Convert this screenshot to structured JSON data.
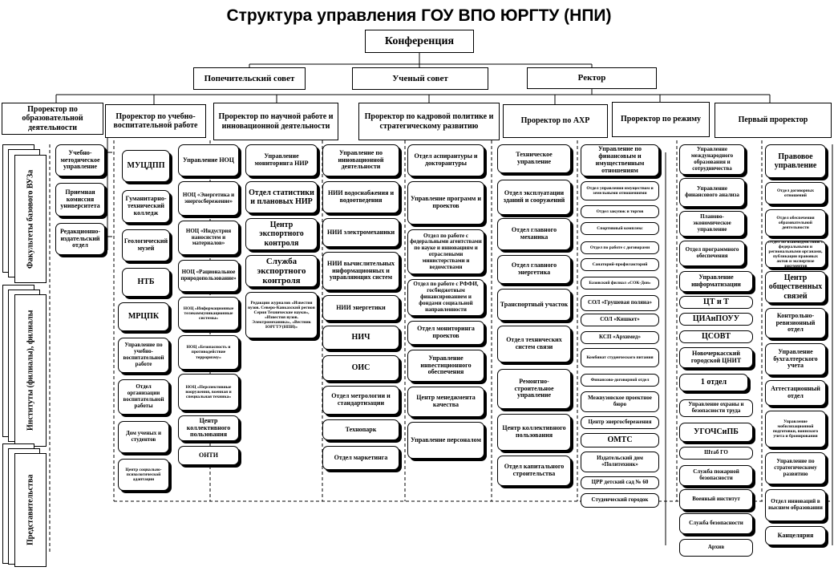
{
  "title": "Структура управления ГОУ ВПО ЮРГТУ (НПИ)",
  "top": {
    "conference": "Конференция",
    "board": "Попечительский совет",
    "council": "Ученый совет",
    "rector": "Ректор"
  },
  "prorectors": [
    "Проректор по образовательной деятельности",
    "Проректор по учебно-воспитательной работе",
    "Проректор по научной работе и инновационной деятельности",
    "Проректор по кадровой политике и стратегическому развитию",
    "Проректор по АХР",
    "Проректор по режиму",
    "Первый проректор"
  ],
  "side_groups": [
    "Факультеты базового ВУЗа",
    "Институты (филиалы), филиалы",
    "Представительства"
  ],
  "col1": [
    "Учебно-методическое управление",
    "Приемная комиссия университета",
    "Редакционно-издательский отдел"
  ],
  "col2": [
    "МУЦДПП",
    "Гуманитарно-технический колледж",
    "Геологический музей",
    "НТБ",
    "МРЦПК",
    "Управление по учебно-воспитательной работе",
    "Отдел организации воспитательной работы",
    "Дом ученых и студентов",
    "Центр социально-психологической адаптации"
  ],
  "col3a": [
    "Управление НОЦ",
    "НОЦ «Энергетика и энергосбережение»",
    "НОЦ «Индустрия наносистем и материалов»",
    "НОЦ «Рациональное природопользование»",
    "НОЦ «Информационные телекоммуникационные системы»",
    "НОЦ «Безопасность и противодействие терроризму»",
    "НОЦ «Перспективные вооружения, военная и специальная техника»",
    "Центр коллективного пользования",
    "ОНТИ"
  ],
  "col3b": [
    "Управление мониторинга НИР",
    "Отдел статистики и плановых НИР",
    "Центр экспортного контроля",
    "Служба экспортного контроля",
    "Редакции журналов «Известия вузов. Северо-Кавказский регион Серия Технические науки», «Известия вузов. Электромеханика», «Вестник ЮРГТУ(НПИ)»"
  ],
  "col4a": [
    "Управление по инновационной деятельности",
    "НИИ водоснабжения и водоотведения",
    "НИИ электромеханики",
    "НИИ вычислительных информационных и управляющих систем",
    "НИИ энергетики",
    "НИЧ",
    "ОИС",
    "Отдел метрологии и стандартизации",
    "Технопарк",
    "Отдел маркетинга"
  ],
  "col4b": [
    "Отдел аспирантуры и докторантуры",
    "Управление программ и проектов",
    "Отдел по работе с федеральными агентствами по науке и инновациям и отраслевыми министерствами и ведомствами",
    "Отдел по работе с РФФИ, госбюджетным финансированием и фондами социальной направленности",
    "Отдел мониторинга проектов",
    "Управление инвестиционного обеспечения",
    "Центр менеджмента качества",
    "Управление персоналом"
  ],
  "col5a": [
    "Техническое управление",
    "Отдел эксплуатации зданий и сооружений",
    "Отдел главного механика",
    "Отдел главного энергетика",
    "Транспортный участок",
    "Отдел технических систем связи",
    "Ремонтно-строительное управление",
    "Центр коллективного пользования",
    "Отдел капитального строительства"
  ],
  "col5b": [
    "Управление по финансовым и имущественным отношениям",
    "Отдел управления имуществом и земельными отношениями",
    "Отдел закупок и торгов",
    "Спортивный комплекс",
    "Отдел по работе с договорами",
    "Санаторий-профилакторий",
    "Базовский филиал «СОК-Дон»",
    "СОЛ «Грушевая поляна»",
    "СОЛ «Кишкет»",
    "КСП «Архимед»",
    "Комбинат студенческого питания",
    "Финансово-договорной отдел",
    "Межвузовское проектное бюро",
    "Центр энергосбережения",
    "ОМТС",
    "Издательский дом «Политехник»",
    "ЦРР детский сад № 60",
    "Студенческий городок"
  ],
  "col6": [
    "Управление международного образования и сотрудничества",
    "Управление финансового анализа",
    "Планово-экономическое управление",
    "Отдел программного обеспечения",
    "Управление информатизации",
    "ЦТ и Т",
    "ЦИАнПОУУ",
    "ЦСОВТ",
    "Новочеркасский городской ЦНИТ",
    "1 отдел",
    "Управление охраны и безопасности труда",
    "УГОЧСиПБ",
    "Штаб ГО",
    "Служба пожарной безопасности",
    "Военный институт",
    "Служба безопасности",
    "Архив"
  ],
  "col7": [
    "Правовое управление",
    "Отдел договорных отношений",
    "Отдел обеспечения образовательной деятельности",
    "Отдел по взаимодействию с федеральными и региональными органами, публикации правовых актов и экспертизе документов",
    "Центр общественных связей",
    "Контрольно-ревизионный отдел",
    "Управление бухгалтерского учета",
    "Аттестационный отдел",
    "Управление мобилизационной подготовки, воинского учета и бронирования",
    "Управление по стратегическому развитию",
    "Отдел инноваций в высшем образовании",
    "Канцелярия"
  ]
}
